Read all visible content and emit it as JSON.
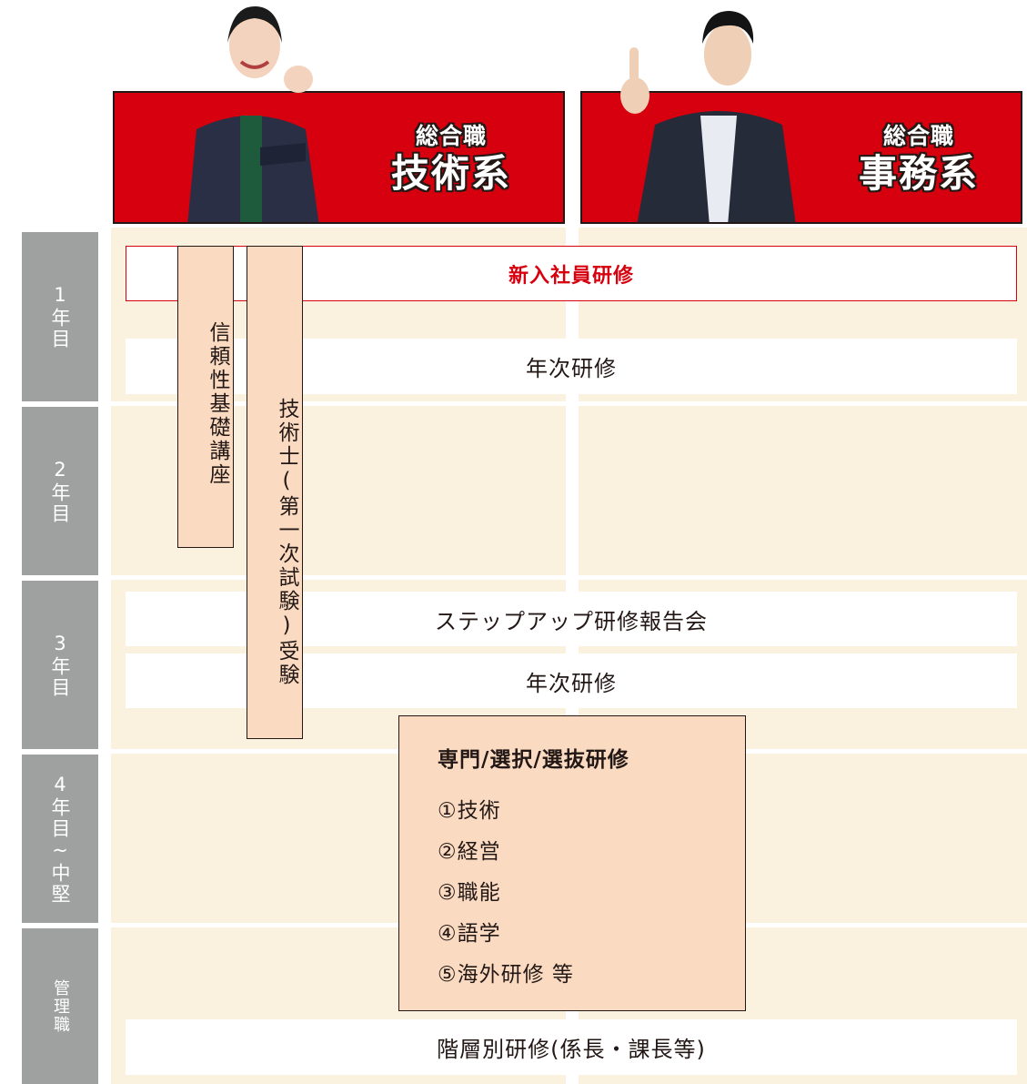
{
  "columns": [
    {
      "sub": "総合職",
      "main": "技術系"
    },
    {
      "sub": "総合職",
      "main": "事務系"
    }
  ],
  "years": [
    "1年目",
    "2年目",
    "3年目",
    "4年目~中堅",
    "管理職"
  ],
  "bars": {
    "new_hire": "新入社員研修",
    "annual_1": "年次研修",
    "step_up": "ステップアップ研修報告会",
    "annual_3": "年次研修",
    "rank": "階層別研修(係長・課長等)"
  },
  "vertical_boxes": {
    "reliability": "信頼性基礎講座",
    "engineer_exam": "技術士(第一次試験)受験"
  },
  "special": {
    "title": "専門/選択/選抜研修",
    "items": [
      "①技術",
      "②経営",
      "③職能",
      "④語学",
      "⑤海外研修 等"
    ]
  },
  "colors": {
    "red": "#d7000f",
    "cream": "#fbf1df",
    "peach": "#fadbc2",
    "gray": "#9fa0a0"
  }
}
